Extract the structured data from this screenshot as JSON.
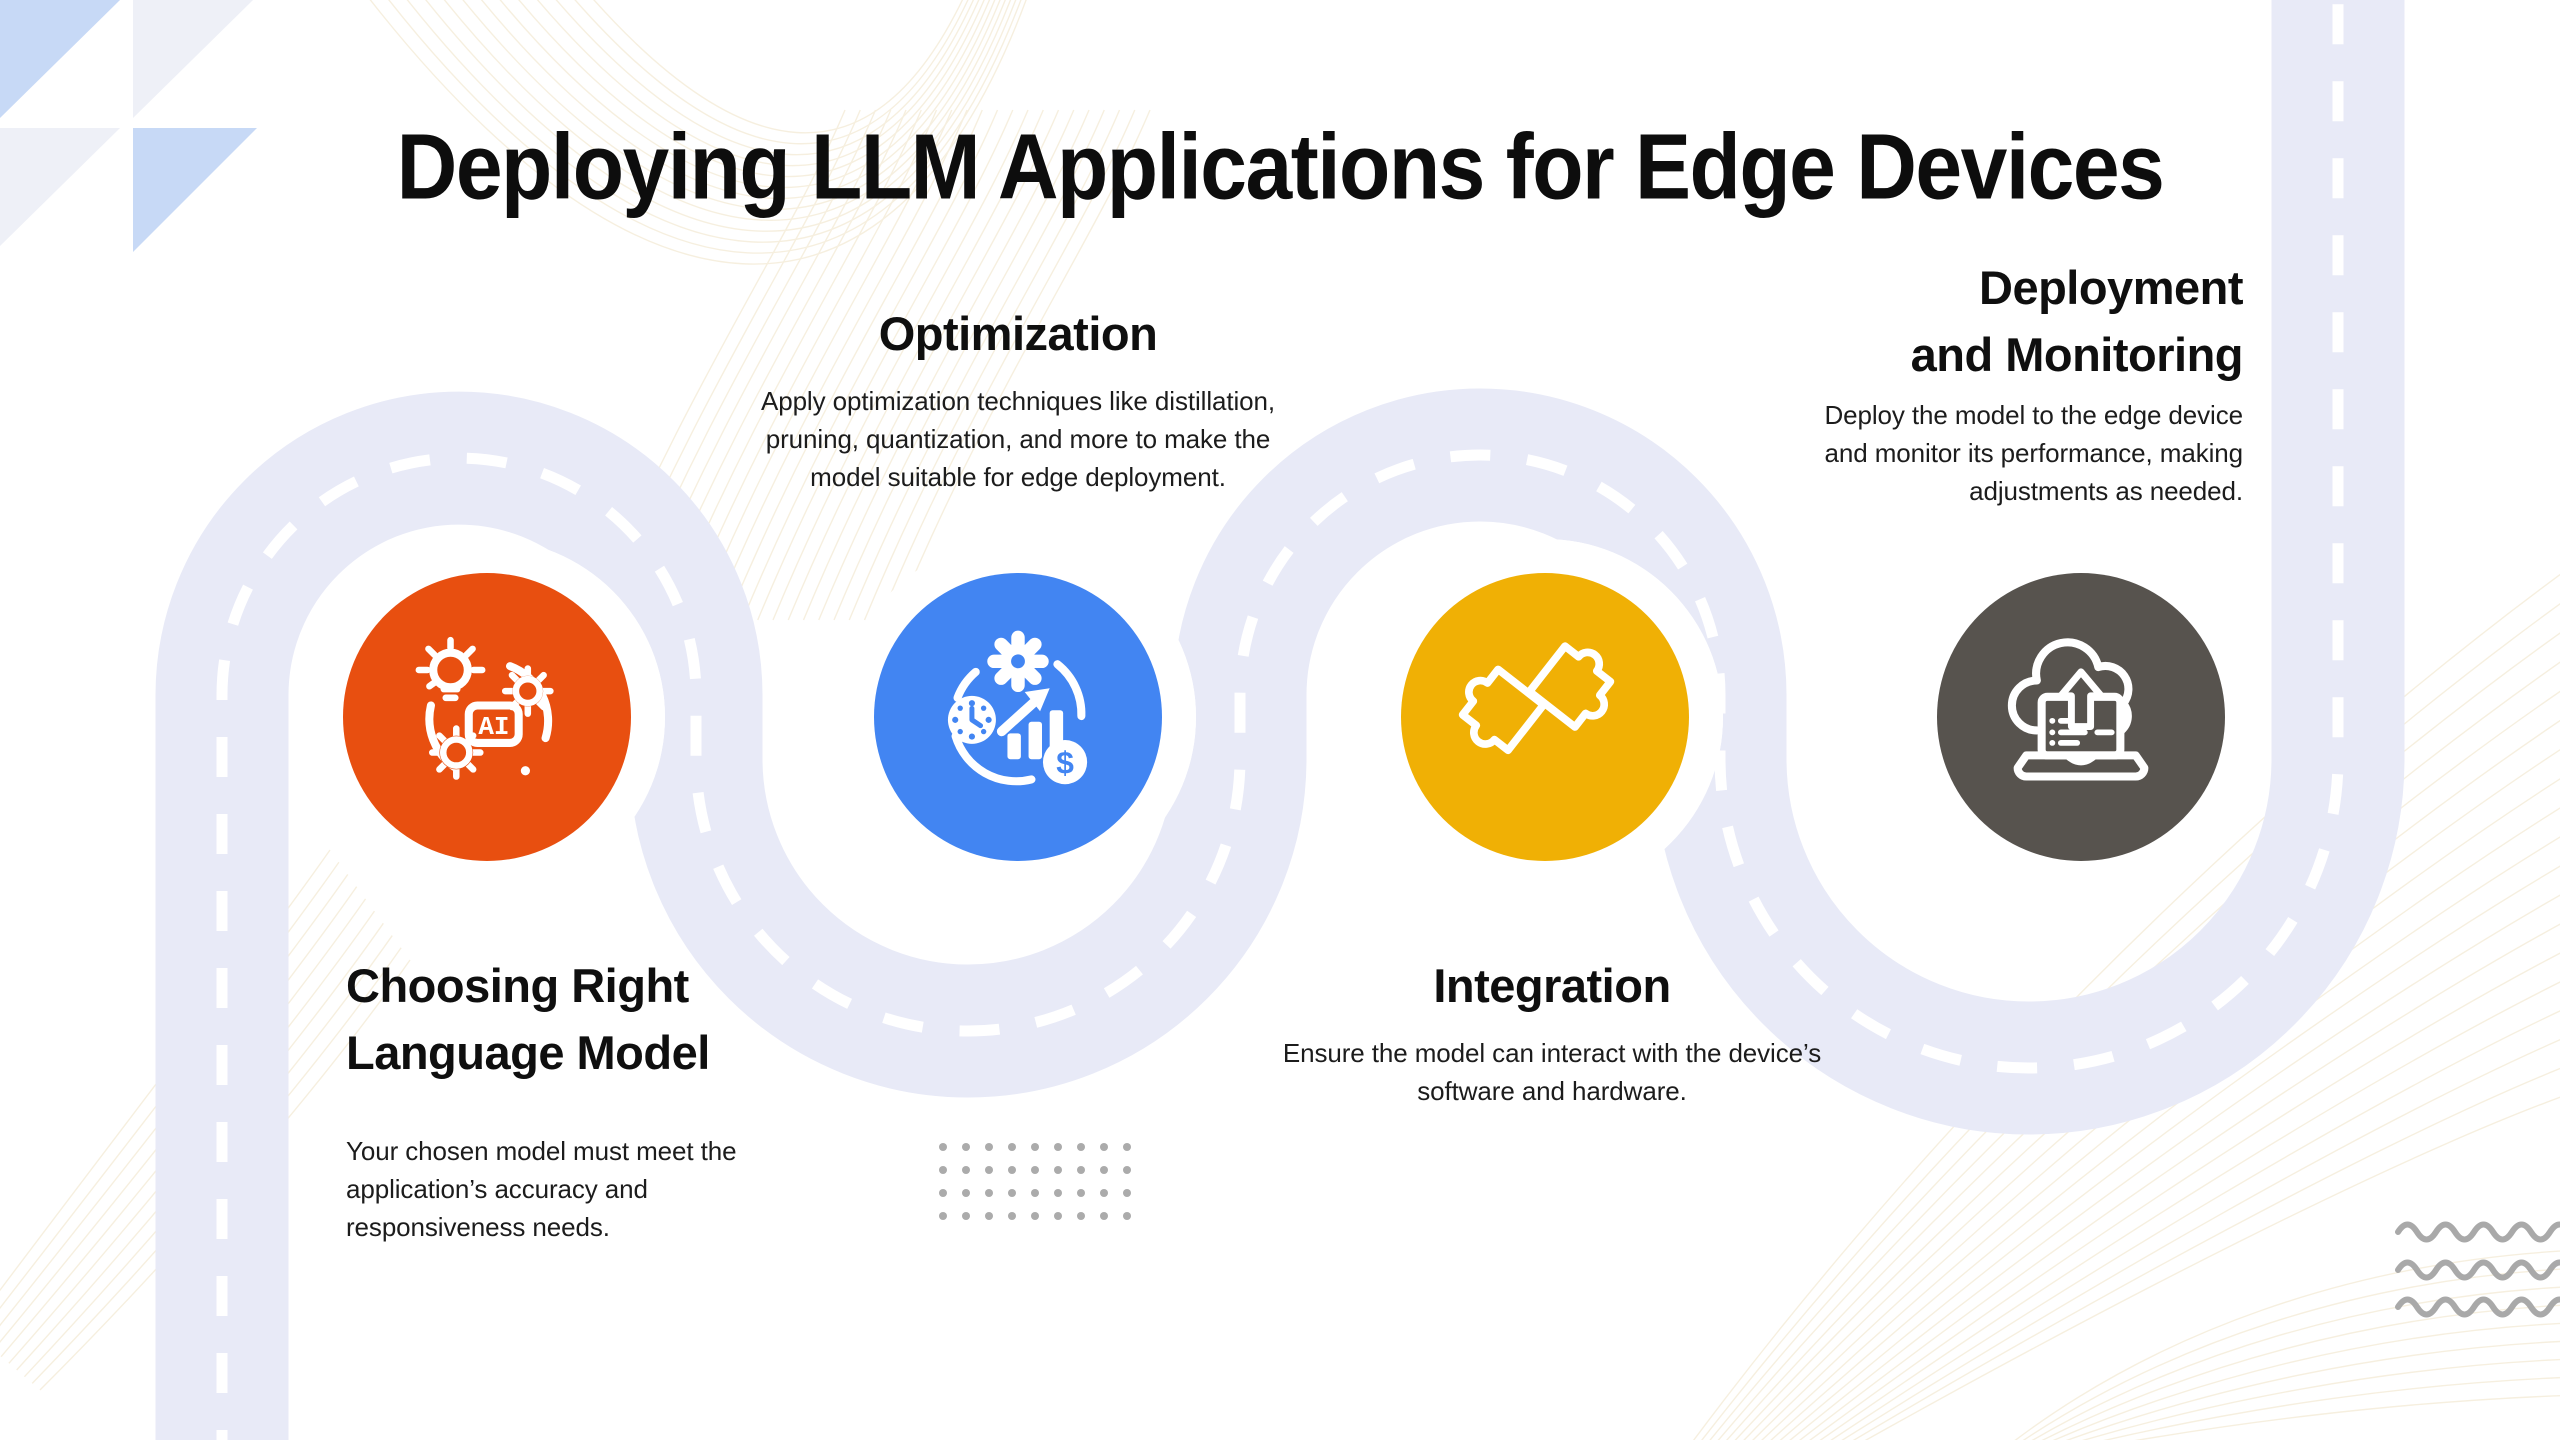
{
  "title": "Deploying LLM Applications for Edge Devices",
  "steps": [
    {
      "id": "choosing-model",
      "heading_lines": [
        "Choosing Right",
        "Language Model"
      ],
      "body": "Your chosen model must meet the application’s accuracy and responsiveness needs.",
      "accent_color": "#E84F10",
      "icon": "ai-model-lightbulb-icon",
      "icon_label": "AI"
    },
    {
      "id": "optimization",
      "heading_lines": [
        "Optimization"
      ],
      "body": "Apply optimization techniques like distillation, pruning, quantization, and more to make the model suitable for edge deployment.",
      "accent_color": "#4285F2",
      "icon": "optimization-metrics-icon",
      "coin_symbol": "$"
    },
    {
      "id": "integration",
      "heading_lines": [
        "Integration"
      ],
      "body": "Ensure the model can interact with the device’s software and hardware.",
      "accent_color": "#F0B005",
      "icon": "puzzle-pieces-icon"
    },
    {
      "id": "deployment-monitoring",
      "heading_lines": [
        "Deployment",
        "and Monitoring"
      ],
      "body": "Deploy the model to the edge device and monitor its performance, making adjustments as needed.",
      "accent_color": "#57534E",
      "icon": "cloud-upload-laptop-icon"
    }
  ],
  "road": {
    "color": "#E8EAF7",
    "dash_color": "#FFFFFF"
  },
  "decor": {
    "triangle_blue": "#C7D9F6",
    "triangle_gray": "#EEF0F7",
    "dot_color": "#ABABAB",
    "squiggle_color": "#A9A9A9",
    "contour_color": "#F5EDDA"
  }
}
